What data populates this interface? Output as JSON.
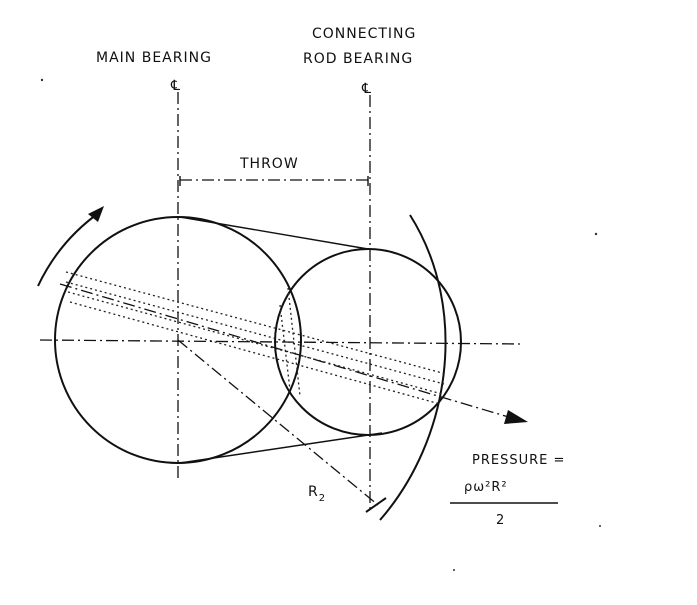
{
  "labels": {
    "main_bearing": "MAIN BEARING",
    "main_bearing_mark": "℄",
    "connecting_rod_line1": "CONNECTING",
    "connecting_rod_line2": "ROD BEARING",
    "connecting_rod_mark": "℄",
    "throw": "THROW",
    "radius_mark": "R",
    "radius_sub": "2",
    "pressure": "PRESSURE =",
    "formula_numerator": "ρω²R²",
    "formula_denominator": "2"
  },
  "colors": {
    "ink": "#111111",
    "background": "#ffffff"
  }
}
